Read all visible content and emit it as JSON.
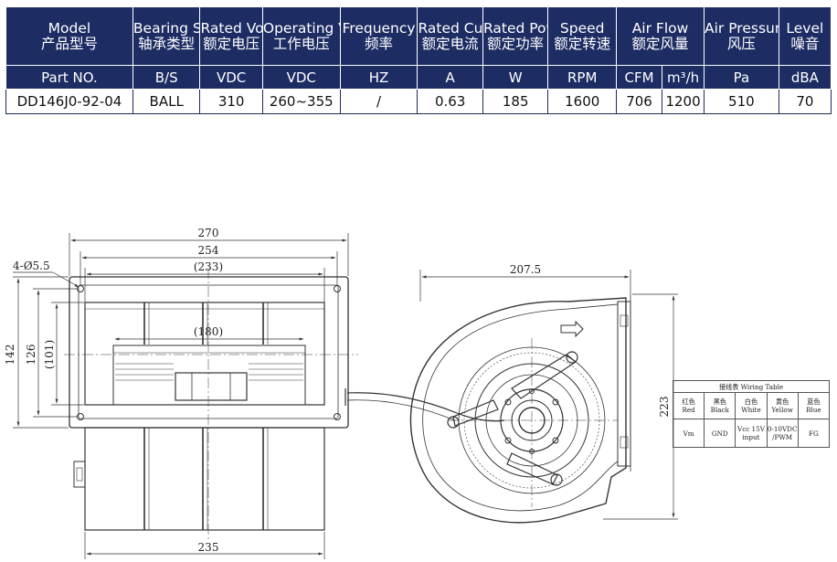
{
  "spec_table": {
    "headers": [
      {
        "en": "Model",
        "cn": "产品型号"
      },
      {
        "en": "Bearing Syetem",
        "cn": "轴承类型"
      },
      {
        "en": "Rated Voltage",
        "cn": "额定电压"
      },
      {
        "en": "Operating Voltage",
        "cn": "工作电压"
      },
      {
        "en": "Frequency",
        "cn": "频率"
      },
      {
        "en": "Rated Current",
        "cn": "额定电流"
      },
      {
        "en": "Rated Power",
        "cn": "额定功率"
      },
      {
        "en": "Speed",
        "cn": "额定转速"
      },
      {
        "en": "Air Flow",
        "cn": "额定风量"
      },
      {
        "en": "Air Pressure",
        "cn": "风压"
      },
      {
        "en": "Level",
        "cn": "噪音"
      }
    ],
    "units": [
      "Part NO.",
      "B/S",
      "VDC",
      "VDC",
      "HZ",
      "A",
      "W",
      "RPM",
      "CFM",
      "m³/h",
      "Pa",
      "dBA"
    ],
    "values": [
      "DD146J0-92-04",
      "BALL",
      "310",
      "260~355",
      "/",
      "0.63",
      "185",
      "1600",
      "706",
      "1200",
      "510",
      "70"
    ]
  },
  "dimensions": {
    "overall_width": "270",
    "flange_width": "254",
    "inner_width": "(233)",
    "motor_width": "(180)",
    "mount_holes": "4-Ø5.5",
    "height": "142",
    "flange_height": "126",
    "inner_height": "(101)",
    "base_width": "235",
    "side_width": "207.5",
    "side_height": "223"
  },
  "wiring_table": {
    "title": "接线表 Wiring Table",
    "columns": [
      {
        "cn": "红色",
        "en": "Red",
        "value": "Vm"
      },
      {
        "cn": "黑色",
        "en": "Black",
        "value": "GND"
      },
      {
        "cn": "白色",
        "en": "White",
        "value": "Vcc 15V input"
      },
      {
        "cn": "黄色",
        "en": "Yellow",
        "value": "0-10VDC /PWM"
      },
      {
        "cn": "蓝色",
        "en": "Blue",
        "value": "FG"
      }
    ]
  },
  "colors": {
    "header_bg": "#1d2d64",
    "header_text": "#ffffff"
  }
}
